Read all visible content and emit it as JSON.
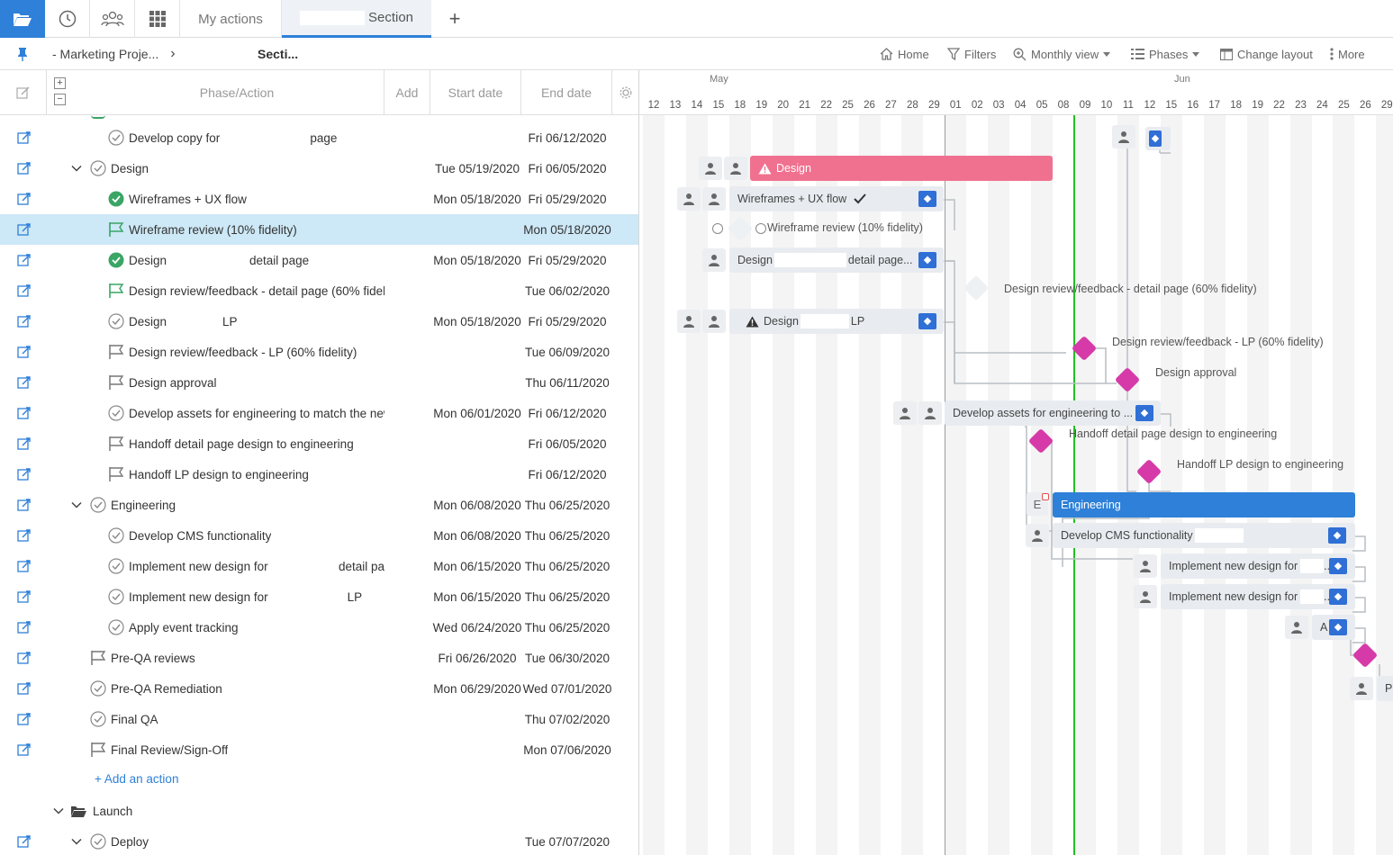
{
  "tabs": {
    "my_actions": "My actions",
    "section": "Section",
    "add": "+"
  },
  "breadcrumb": {
    "project": "- Marketing Proje...",
    "separator": "›",
    "section": "Secti..."
  },
  "toolbar": {
    "home": "Home",
    "filters": "Filters",
    "view": "Monthly view",
    "phases": "Phases",
    "change_layout": "Change layout",
    "more": "More"
  },
  "columns": {
    "phase_action": "Phase/Action",
    "add": "Add",
    "start_date": "Start date",
    "end_date": "End date"
  },
  "rows": [
    {
      "name": "Develop copy for",
      "suffix": "page",
      "start": "",
      "end": "Fri 06/12/2020",
      "icon": "check-circle"
    },
    {
      "name": "Design",
      "suffix": "",
      "start": "Tue 05/19/2020",
      "end": "Fri 06/05/2020",
      "icon": "check-circle"
    },
    {
      "name": "Wireframes + UX flow",
      "suffix": "",
      "start": "Mon 05/18/2020",
      "end": "Fri 05/29/2020",
      "icon": "check-circle-done"
    },
    {
      "name": "Wireframe review (10% fidelity)",
      "suffix": "",
      "start": "",
      "end": "Mon 05/18/2020",
      "icon": "flag-done"
    },
    {
      "name": "Design",
      "suffix": "detail page",
      "start": "Mon 05/18/2020",
      "end": "Fri 05/29/2020",
      "icon": "check-circle-done"
    },
    {
      "name": "Design review/feedback - detail page (60% fidelity",
      "suffix": "",
      "start": "",
      "end": "Tue 06/02/2020",
      "icon": "flag-done"
    },
    {
      "name": "Design",
      "suffix": "LP",
      "start": "Mon 05/18/2020",
      "end": "Fri 05/29/2020",
      "icon": "check-circle"
    },
    {
      "name": "Design review/feedback - LP (60% fidelity)",
      "suffix": "",
      "start": "",
      "end": "Tue 06/09/2020",
      "icon": "flag"
    },
    {
      "name": "Design approval",
      "suffix": "",
      "start": "",
      "end": "Thu 06/11/2020",
      "icon": "flag"
    },
    {
      "name": "Develop assets for engineering to match the new",
      "suffix": "",
      "start": "Mon 06/01/2020",
      "end": "Fri 06/12/2020",
      "icon": "check-circle"
    },
    {
      "name": "Handoff detail page design to engineering",
      "suffix": "",
      "start": "",
      "end": "Fri 06/05/2020",
      "icon": "flag"
    },
    {
      "name": "Handoff LP design to engineering",
      "suffix": "",
      "start": "",
      "end": "Fri 06/12/2020",
      "icon": "flag"
    },
    {
      "name": "Engineering",
      "suffix": "",
      "start": "Mon 06/08/2020",
      "end": "Thu 06/25/2020",
      "icon": "check-circle"
    },
    {
      "name": "Develop CMS functionality",
      "suffix": "",
      "start": "Mon 06/08/2020",
      "end": "Thu 06/25/2020",
      "icon": "check-circle"
    },
    {
      "name": "Implement new design for",
      "suffix": "detail pa",
      "start": "Mon 06/15/2020",
      "end": "Thu 06/25/2020",
      "icon": "check-circle"
    },
    {
      "name": "Implement new design for",
      "suffix": "LP",
      "start": "Mon 06/15/2020",
      "end": "Thu 06/25/2020",
      "icon": "check-circle"
    },
    {
      "name": "Apply event tracking",
      "suffix": "",
      "start": "Wed 06/24/2020",
      "end": "Thu 06/25/2020",
      "icon": "check-circle"
    },
    {
      "name": "Pre-QA reviews",
      "suffix": "",
      "start": "Fri 06/26/2020",
      "end": "Tue 06/30/2020",
      "icon": "flag"
    },
    {
      "name": "Pre-QA Remediation",
      "suffix": "",
      "start": "Mon 06/29/2020",
      "end": "Wed 07/01/2020",
      "icon": "check-circle"
    },
    {
      "name": "Final QA",
      "suffix": "",
      "start": "",
      "end": "Thu 07/02/2020",
      "icon": "check-circle"
    },
    {
      "name": "Final Review/Sign-Off",
      "suffix": "",
      "start": "",
      "end": "Mon 07/06/2020",
      "icon": "flag"
    }
  ],
  "add_action": "+ Add an action",
  "launch": {
    "name": "Launch"
  },
  "deploy": {
    "name": "Deploy",
    "end": "Tue 07/07/2020"
  },
  "gantt": {
    "months": [
      "May",
      "Jun"
    ],
    "days": [
      "12",
      "13",
      "14",
      "15",
      "18",
      "19",
      "20",
      "21",
      "22",
      "25",
      "26",
      "27",
      "28",
      "29",
      "01",
      "02",
      "03",
      "04",
      "05",
      "08",
      "09",
      "10",
      "11",
      "12",
      "15",
      "16",
      "17",
      "18",
      "19",
      "22",
      "23",
      "24",
      "25",
      "26",
      "29"
    ],
    "bars": {
      "design": "Design",
      "wireframes": "Wireframes + UX flow",
      "wireframe_review": "Wireframe review (10% fidelity)",
      "design_detail_a": "Design",
      "design_detail_b": "detail page...",
      "review_detail": "Design review/feedback - detail page (60% fidelity)",
      "design_lp_a": "Design",
      "design_lp_b": "LP",
      "review_lp": "Design review/feedback - LP (60% fidelity)",
      "approval": "Design approval",
      "assets": "Develop assets for engineering to ...",
      "handoff_detail": "Handoff detail page design to engineering",
      "handoff_lp": "Handoff LP design to engineering",
      "engineering": "Engineering",
      "engineering_chip": "E",
      "cms": "Develop CMS functionality",
      "implement_1": "Implement new design for",
      "implement_1_tail": "..",
      "implement_2": "Implement new design for",
      "implement_2_tail": "..",
      "event_tracking": "A",
      "pre_qa": "P"
    }
  },
  "colors": {
    "accent_blue": "#2e80d8",
    "pink_phase": "#f0718f",
    "milestone": "#d63aa8",
    "today_line": "#22c022",
    "selected_row": "#cde8f6"
  }
}
